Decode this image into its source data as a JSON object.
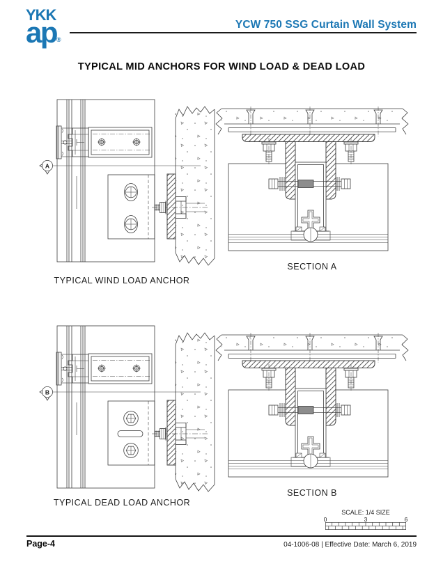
{
  "theme": {
    "brand_color": "#1b77b4",
    "line_color": "#3c3c3c"
  },
  "header": {
    "logo_text_top": "YKK",
    "logo_text_bottom": "ap",
    "logo_registered": "®",
    "product_title": "YCW 750 SSG Curtain Wall System"
  },
  "page_title": "TYPICAL MID ANCHORS FOR WIND LOAD & DEAD LOAD",
  "figures": [
    {
      "marker": "A",
      "caption": "TYPICAL WIND LOAD ANCHOR"
    },
    {
      "caption": "SECTION A"
    },
    {
      "marker": "B",
      "caption": "TYPICAL DEAD LOAD ANCHOR"
    },
    {
      "caption": "SECTION B"
    }
  ],
  "scale_bar": {
    "label": "SCALE: 1/4 SIZE",
    "tick_labels": [
      "0",
      "3",
      "6"
    ]
  },
  "footer": {
    "page_label": "Page-4",
    "doc_info": "04-1006-08 | Effective Date: March 6, 2019"
  }
}
